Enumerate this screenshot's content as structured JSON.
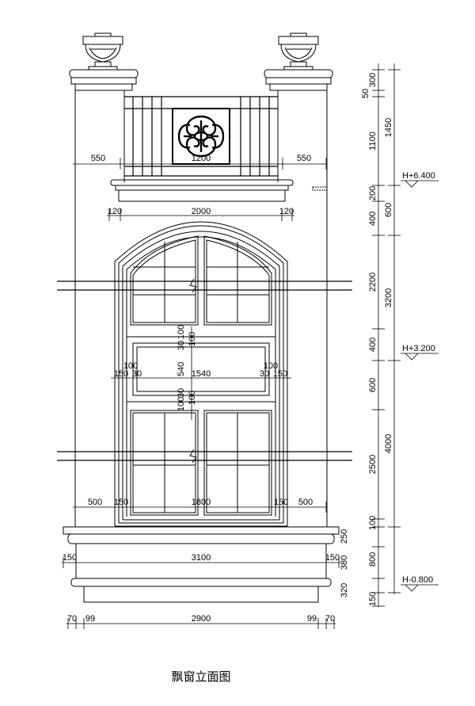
{
  "title": "飘窗立面图",
  "top_dims": {
    "left": "550",
    "center": "1200",
    "right": "550"
  },
  "balustrade_dims": {
    "left": "120",
    "center": "2000",
    "right": "120"
  },
  "middle_dims": {
    "left_100": "100",
    "left_150": "150",
    "left_30": "30",
    "center": "1540",
    "right_30": "30",
    "right_100": "100",
    "right_150": "150"
  },
  "panel_vertical": {
    "upper_100": "100",
    "upper_30": "30",
    "upper_100b": "100",
    "height": "540",
    "lower_100": "100",
    "lower_30": "30",
    "lower_100b": "100"
  },
  "lower_dims": {
    "left": "500",
    "left_frame": "150",
    "center": "1800",
    "right_frame": "150",
    "right": "500"
  },
  "sill_dims": {
    "left": "150",
    "center": "3100",
    "right": "150"
  },
  "base_dims": {
    "l70": "70",
    "l99": "99",
    "center": "2900",
    "r99": "99",
    "r70": "70"
  },
  "right_chain_inner": [
    "300",
    "50",
    "1100",
    "200",
    "400",
    "2200",
    "400",
    "600",
    "2500",
    "100",
    "250",
    "380",
    "320",
    "150"
  ],
  "right_chain_outer": [
    "1450",
    "600",
    "3200",
    "4000",
    "800"
  ],
  "levels": [
    "H+6.400",
    "H+3.200",
    "H-0.800"
  ]
}
